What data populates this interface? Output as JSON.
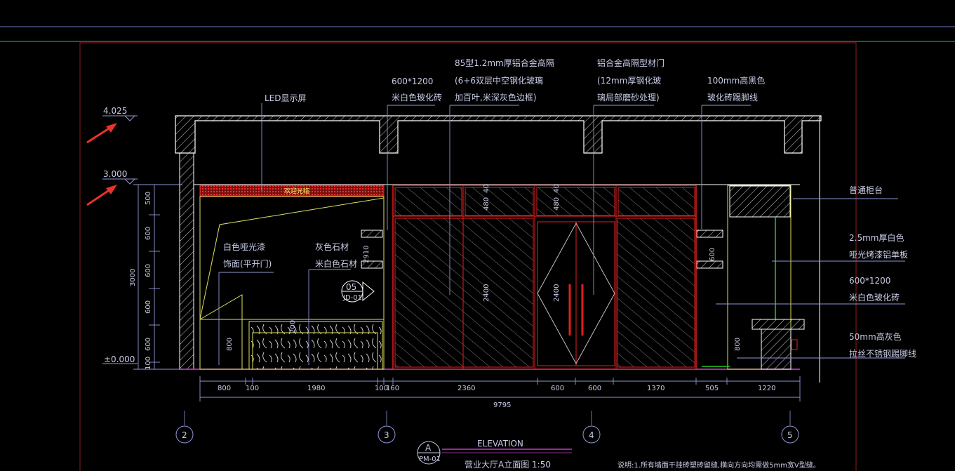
{
  "colors": {
    "background": "#000000",
    "frame": "#8b1a1a",
    "outline": "#ffffff",
    "dimension": "#8f97d6",
    "text": "#c8cce6",
    "glass_frame": "#e02020",
    "counter": "#e0e060",
    "accent_green": "#22cc22",
    "arrow": "#e8322a"
  },
  "levels": {
    "top": "4.025",
    "mid": "3.000",
    "base": "±0.000"
  },
  "notes": {
    "led": "LED显示屏",
    "tile_top_1": "600*1200",
    "tile_top_2": "米白色玻化砖",
    "partition_1": "85型1.2mm厚铝合金高隔",
    "partition_2": "(6+6双层中空钢化玻璃",
    "partition_3": "加百叶,米深灰色边框)",
    "door_1": "铝合金高隔型材门",
    "door_2": "(12mm厚钢化玻",
    "door_3": "璃局部磨砂处理)",
    "skirting_1": "100mm高黑色",
    "skirting_2": "玻化砖踢脚线",
    "paint_1": "白色哑光漆",
    "paint_2": "饰面(平开门)",
    "stone_1": "灰色石材",
    "stone_2": "米白色石材",
    "right_1": "普通柜台",
    "right_2": "2.5mm厚白色",
    "right_3": "哑光烤漆铝单板",
    "right_4": "600*1200",
    "right_5": "米白色玻化砖",
    "right_6": "50mm高灰色",
    "right_7": "拉丝不锈钢踢脚线",
    "led_panel": "欢迎光临"
  },
  "section_mark": {
    "num": "05",
    "ref": "JD-01"
  },
  "dims": {
    "bottom": [
      "800",
      "100",
      "1980",
      "100",
      "160",
      "2360",
      "600",
      "600",
      "1370",
      "505",
      "1220"
    ],
    "total": "9795",
    "left_col": [
      "500",
      "600",
      "600",
      "600",
      "600",
      "100"
    ],
    "left_total": "3000",
    "inner": {
      "h2910": "2910",
      "h800a": "800",
      "h200": "200",
      "h40a": "40",
      "h480a": "480",
      "h2400": "2400",
      "h40b": "40",
      "h480b": "480",
      "h2400b": "2400",
      "h600": "600",
      "h800b": "800"
    }
  },
  "grid_axes": [
    "2",
    "3",
    "4",
    "5"
  ],
  "title_block": {
    "symbol_letter": "A",
    "symbol_code": "PM-01",
    "elevation": "ELEVATION",
    "name": "营业大厅A立面图 1:50",
    "remark": "说明:1.所有墙面干挂砖塑砖留缝,横向方向均需做5mm宽V型缝。"
  }
}
